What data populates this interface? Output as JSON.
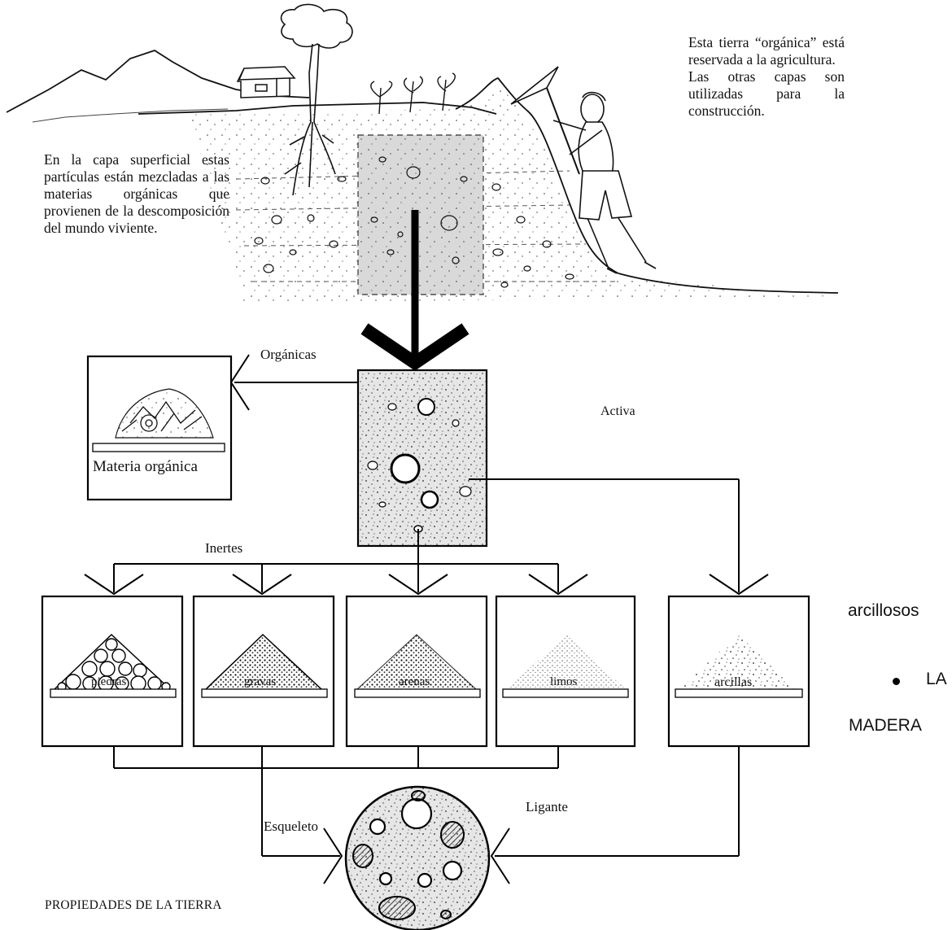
{
  "text": {
    "left_paragraph": "En la capa superficial estas partículas están mezcladas a las materias orgánicas que provienen de la descomposición del mundo viviente.",
    "right_paragraph_1": "Esta tierra “orgánica” está reservada a la agricultura.",
    "right_paragraph_2": "Las otras capas son utilizadas para la construcción.",
    "organicas": "Orgánicas",
    "materia_organica": "Materia orgánica",
    "activa": "Activa",
    "inertes": "Inertes",
    "piedras": "piedras",
    "gravas": "gravas",
    "arenas": "arenas",
    "limos": "limos",
    "arcillas": "arcillas",
    "esqueleto": "Esqueleto",
    "ligante": "Ligante",
    "footer_title": "PROPIEDADES DE LA TIERRA",
    "side_arcillosos": "arcillosos",
    "side_la": "LA",
    "side_madera": "MADERA"
  }
}
